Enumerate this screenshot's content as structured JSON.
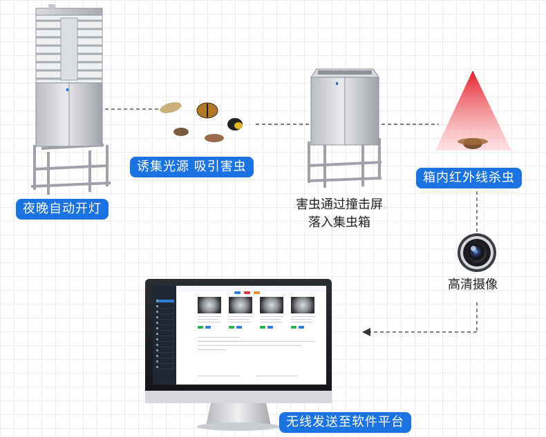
{
  "labels": {
    "night_auto_light": "夜晚自动开灯",
    "attract": "诱集光源  吸引害虫",
    "infrared_kill": "箱内红外线杀虫",
    "hit_screen_line1": "害虫通过撞击屏",
    "hit_screen_line2": "落入集虫箱",
    "hd_camera": "高清摄像",
    "wireless_send": "无线发送至软件平台"
  },
  "colors": {
    "pill_blue": "#1a73e0",
    "infrared_red": "#e8333a",
    "dashed_line": "#333333"
  },
  "icons": [
    "lamp-device-icon",
    "insect-collector-icon",
    "insect-icon",
    "infrared-cone-icon",
    "camera-lens-icon",
    "monitor-icon",
    "arrow-left-icon"
  ]
}
